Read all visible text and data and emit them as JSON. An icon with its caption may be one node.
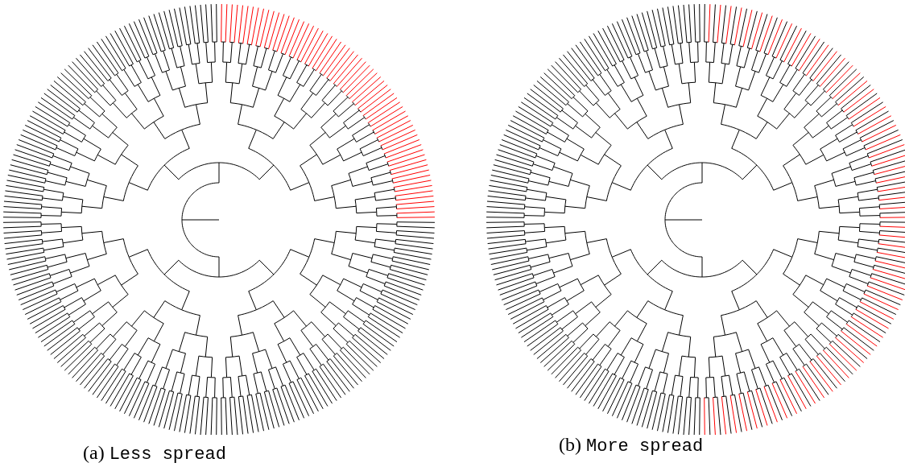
{
  "diagram": {
    "labels": [
      "(a)",
      "Less spread",
      "(b)",
      "More spread"
    ]
  }
}
